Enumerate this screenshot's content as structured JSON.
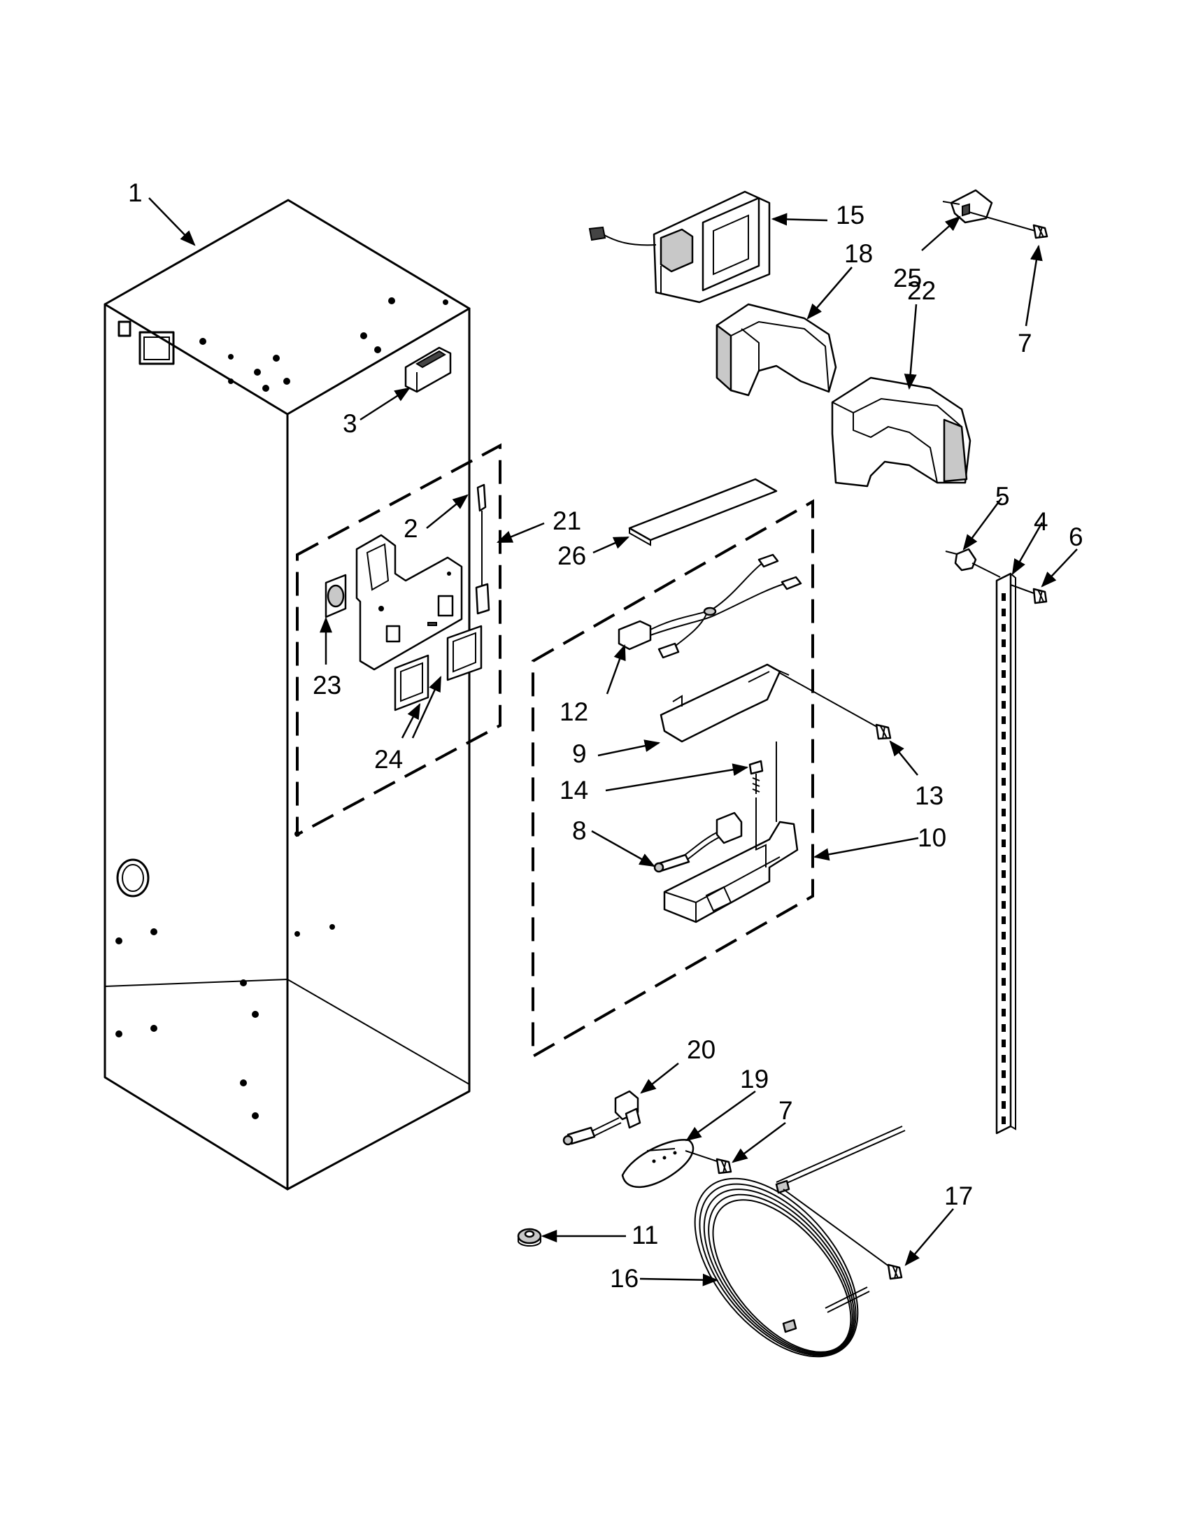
{
  "callouts": [
    {
      "id": "1",
      "text": "1"
    },
    {
      "id": "2",
      "text": "2"
    },
    {
      "id": "3",
      "text": "3"
    },
    {
      "id": "4",
      "text": "4"
    },
    {
      "id": "5",
      "text": "5"
    },
    {
      "id": "6",
      "text": "6"
    },
    {
      "id": "7a",
      "text": "7"
    },
    {
      "id": "7b",
      "text": "7"
    },
    {
      "id": "8",
      "text": "8"
    },
    {
      "id": "9",
      "text": "9"
    },
    {
      "id": "10",
      "text": "10"
    },
    {
      "id": "11",
      "text": "11"
    },
    {
      "id": "12",
      "text": "12"
    },
    {
      "id": "13",
      "text": "13"
    },
    {
      "id": "14",
      "text": "14"
    },
    {
      "id": "15",
      "text": "15"
    },
    {
      "id": "16",
      "text": "16"
    },
    {
      "id": "17",
      "text": "17"
    },
    {
      "id": "18",
      "text": "18"
    },
    {
      "id": "19",
      "text": "19"
    },
    {
      "id": "20",
      "text": "20"
    },
    {
      "id": "21",
      "text": "21"
    },
    {
      "id": "22",
      "text": "22"
    },
    {
      "id": "23",
      "text": "23"
    },
    {
      "id": "24",
      "text": "24"
    },
    {
      "id": "25",
      "text": "25"
    },
    {
      "id": "26",
      "text": "26"
    }
  ]
}
